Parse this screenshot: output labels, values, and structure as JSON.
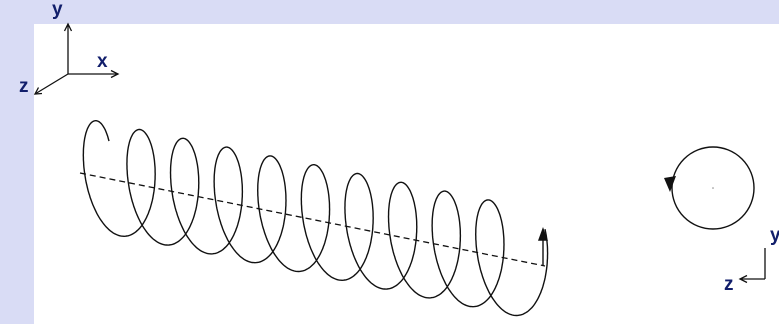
{
  "axes_left": {
    "y_label": "y",
    "x_label": "x",
    "z_label": "z"
  },
  "axes_right": {
    "y_label": "y",
    "z_label": "z"
  },
  "colors": {
    "background": "#d9dcf5",
    "panel": "#ffffff",
    "stroke": "#111111",
    "label": "#111e6b"
  },
  "helix": {
    "turns": 10,
    "axis_style": "dashed"
  },
  "circle": {
    "direction": "counterclockwise"
  }
}
